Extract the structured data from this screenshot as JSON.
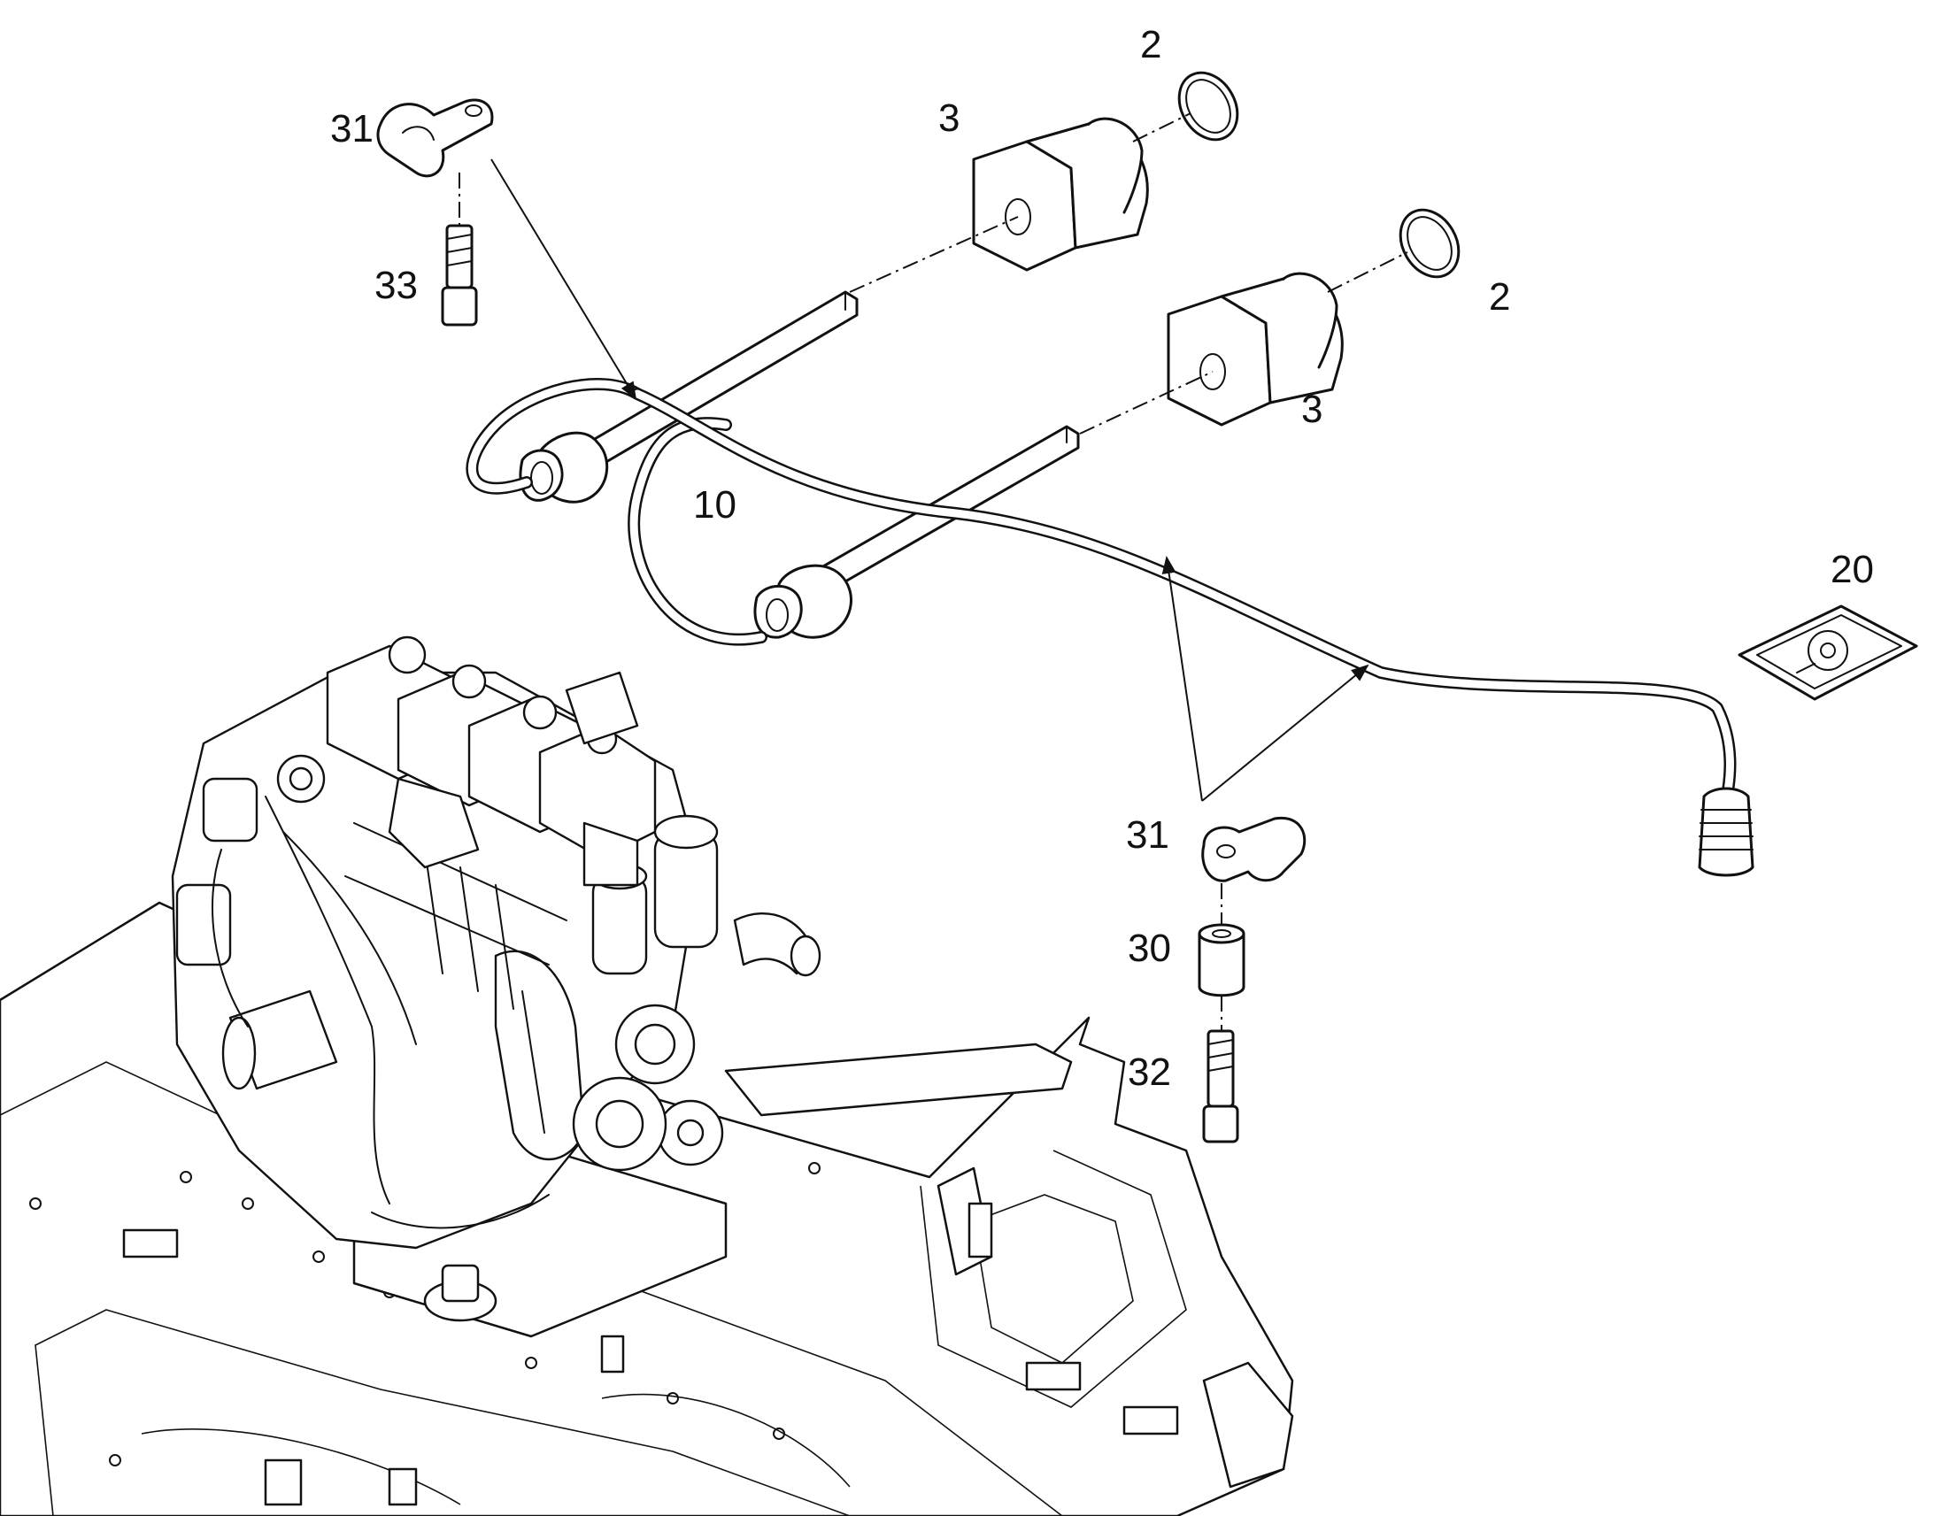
{
  "callouts": {
    "c2_top": "2",
    "c2_right": "2",
    "c3_top": "3",
    "c3_right": "3",
    "c10": "10",
    "c20": "20",
    "c31_top": "31",
    "c31_bottom": "31",
    "c33": "33",
    "c30": "30",
    "c32": "32"
  }
}
